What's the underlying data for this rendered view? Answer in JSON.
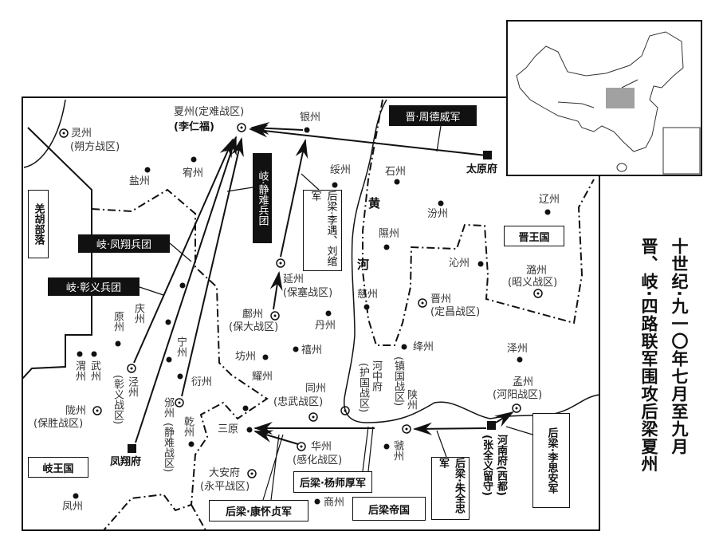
{
  "title": {
    "line1": "十世纪·九一〇年七月至九月",
    "line2": "晋、岐·四路联军围攻后梁夏州"
  },
  "kingdoms": {
    "qiang": "羌胡部落",
    "qi": "岐王国",
    "jin": "晋王国",
    "liang": "后梁帝国"
  },
  "rivers": {
    "huang": "黄",
    "he": "河"
  },
  "armies": {
    "zhou_dewei": "晋·周德威军",
    "qi_jingnan": "岐·静难兵团",
    "qi_fengxiang": "岐·凤翔兵团",
    "qi_zhangyi": "岐·彰义兵团",
    "liang_liyu": "后梁·李遇、刘绾军",
    "liang_yang": "后梁·杨师厚军",
    "liang_kang": "后梁·康怀贞军",
    "liang_zhu": "后梁·朱全忠军",
    "liang_lisian": "后梁·李思安军"
  },
  "places": {
    "xiazhou": "夏州(定难战区)",
    "xiazhou_lord": "(李仁福)",
    "yinzhou": "银州",
    "lingzhou": "灵州",
    "lingzhou_zone": "(朔方战区)",
    "yanzhou_salt": "盐州",
    "youzhou": "宥州",
    "suizhou": "绥州",
    "shizhou": "石州",
    "fenzhou": "汾州",
    "liaozhou": "辽州",
    "xizhou": "隰州",
    "qinzhou": "沁州",
    "luzhou": "潞州",
    "luzhou_zone": "(昭义战区)",
    "cizhou": "慈州",
    "jinzhou": "晋州",
    "jinzhou_zone": "(定昌战区)",
    "taiyuan": "太原府",
    "yanzhou": "延州",
    "yanzhou_zone": "(保塞战区)",
    "fuzhou": "鄜州",
    "fuzhou_zone": "(保大战区)",
    "danzhou": "丹州",
    "fangzhou": "坊州",
    "xizhou2": "禧州",
    "yaozhou": "耀州",
    "tongzhou": "同州",
    "tongzhou_zone": "(忠武战区)",
    "hezhong": "河中府",
    "hezhong_zone": "(护国战区)",
    "jiangzhou": "绛州",
    "shanzhou": "陕州",
    "shanzhou_zone": "(镇国战区)",
    "guozhou": "虢州",
    "zezhou": "泽州",
    "mengzhou": "孟州",
    "mengzhou_zone": "(河阳战区)",
    "henan": "河南府(西都)",
    "henan_lord": "(张全义留守)",
    "huazhou": "华州",
    "huazhou_zone": "(感化战区)",
    "sanyuan": "三原",
    "daan": "大安府",
    "daan_zone": "(永平战区)",
    "shangzhou": "商州",
    "qianzhou": "乾州",
    "binzhou": "邠州",
    "binzhou_zone": "(静难战区)",
    "yanzhou3": "衍州",
    "ningzhou": "宁州",
    "fengxiang": "凤翔府",
    "jingzhou": "泾州",
    "jingzhou_zone": "(彰义战区)",
    "yuanzhou": "原州",
    "qingzhou": "庆州",
    "weizhou": "渭州",
    "wuzhou": "武州",
    "longzhou": "陇州",
    "longzhou_zone": "(保胜战区)",
    "fengzhou": "凤州"
  },
  "colors": {
    "ink": "#111111",
    "inset_highlight": "#8a8a8a"
  }
}
